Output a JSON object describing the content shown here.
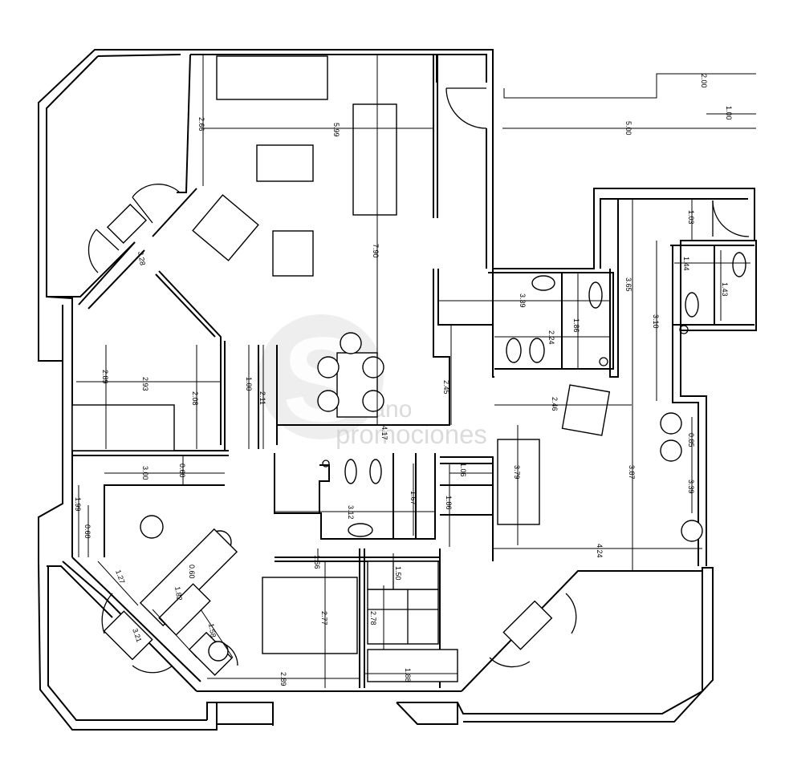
{
  "watermark": {
    "logo_letter": "S",
    "line1": "olano",
    "line2": "promociones"
  },
  "dimensions": [
    {
      "id": "d200",
      "label": "2.00"
    },
    {
      "id": "d100",
      "label": "1.00"
    },
    {
      "id": "d500",
      "label": "5.00"
    },
    {
      "id": "d266",
      "label": "2.66"
    },
    {
      "id": "d599",
      "label": "5.99"
    },
    {
      "id": "d790",
      "label": "7.90"
    },
    {
      "id": "d328",
      "label": "3.28"
    },
    {
      "id": "d289a",
      "label": "2.89"
    },
    {
      "id": "d293",
      "label": "2.93"
    },
    {
      "id": "d208",
      "label": "2.08"
    },
    {
      "id": "d100b",
      "label": "1.00"
    },
    {
      "id": "d211",
      "label": "2.11"
    },
    {
      "id": "d245",
      "label": "2.45"
    },
    {
      "id": "d417",
      "label": "4.17"
    },
    {
      "id": "d339a",
      "label": "3.39"
    },
    {
      "id": "d186a",
      "label": "1.86"
    },
    {
      "id": "d224",
      "label": "2.24"
    },
    {
      "id": "d365",
      "label": "3.65"
    },
    {
      "id": "d103",
      "label": "1.03"
    },
    {
      "id": "d144",
      "label": "1.44"
    },
    {
      "id": "d143",
      "label": "1.43"
    },
    {
      "id": "d310",
      "label": "3.10"
    },
    {
      "id": "d246",
      "label": "2.46"
    },
    {
      "id": "d379",
      "label": "3.79"
    },
    {
      "id": "d387",
      "label": "3.87"
    },
    {
      "id": "d085",
      "label": "0.85"
    },
    {
      "id": "d339b",
      "label": "3.39"
    },
    {
      "id": "d424",
      "label": "4.24"
    },
    {
      "id": "d300",
      "label": "3.00"
    },
    {
      "id": "d060a",
      "label": "0.60"
    },
    {
      "id": "d199",
      "label": "1.99"
    },
    {
      "id": "d060b",
      "label": "0.60"
    },
    {
      "id": "d106",
      "label": "1.06"
    },
    {
      "id": "d167",
      "label": "1.67"
    },
    {
      "id": "d186b",
      "label": "1.86"
    },
    {
      "id": "d312",
      "label": "3.12"
    },
    {
      "id": "d166",
      "label": "1.66"
    },
    {
      "id": "d150",
      "label": "1.50"
    },
    {
      "id": "d127",
      "label": "1.27"
    },
    {
      "id": "d060c",
      "label": "0.60"
    },
    {
      "id": "d182",
      "label": "1.82"
    },
    {
      "id": "d277",
      "label": "2.77"
    },
    {
      "id": "d278",
      "label": "2.78"
    },
    {
      "id": "d321",
      "label": "3.21"
    },
    {
      "id": "d158",
      "label": "1.58"
    },
    {
      "id": "d289b",
      "label": "2.89"
    },
    {
      "id": "d188",
      "label": "1.88"
    }
  ]
}
